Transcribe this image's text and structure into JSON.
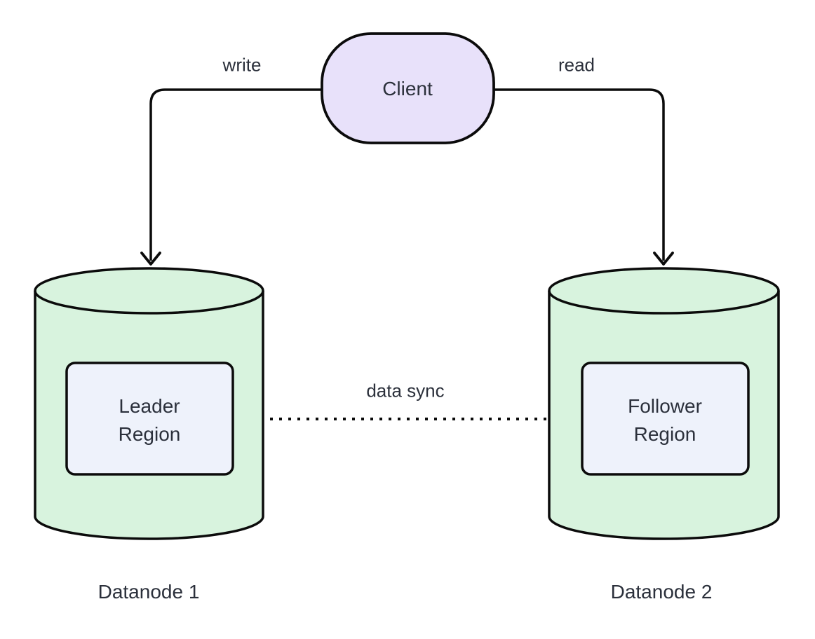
{
  "diagram": {
    "client": {
      "label": "Client"
    },
    "edges": {
      "write": {
        "label": "write"
      },
      "read": {
        "label": "read"
      },
      "data_sync": {
        "label": "data sync"
      }
    },
    "datanode1": {
      "label": "Datanode 1",
      "region_lines": [
        "Leader",
        "Region"
      ]
    },
    "datanode2": {
      "label": "Datanode 2",
      "region_lines": [
        "Follower",
        "Region"
      ]
    }
  },
  "colors": {
    "client_fill": "#e8e1fa",
    "cylinder_fill": "#d8f3de",
    "region_fill": "#eef2fb",
    "stroke": "#0b0b0b",
    "text": "#2b303b"
  }
}
